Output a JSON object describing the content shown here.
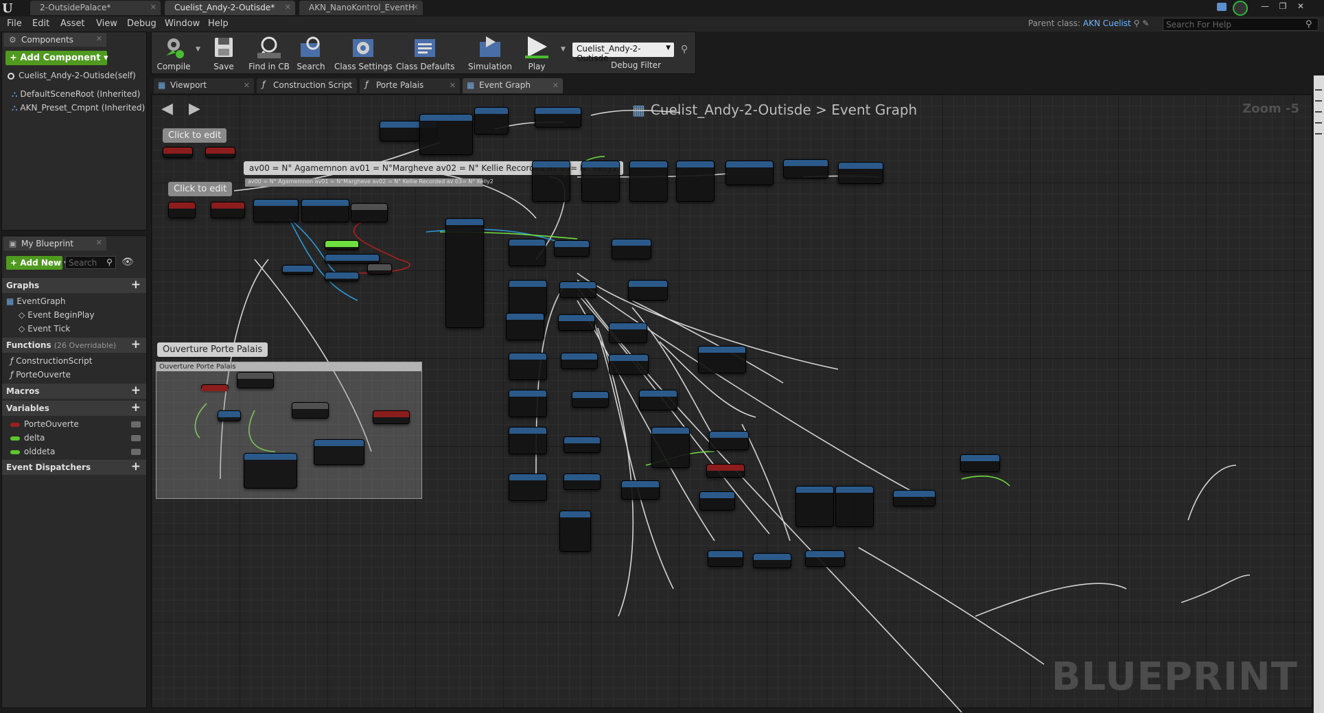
{
  "window": {
    "tabs": [
      {
        "label": "2-OutsidePalace*",
        "active": false
      },
      {
        "label": "Cuelist_Andy-2-Outisde*",
        "active": true
      },
      {
        "label": "AKN_NanoKontrol_EventH",
        "active": false
      }
    ]
  },
  "menu": [
    "File",
    "Edit",
    "Asset",
    "View",
    "Debug",
    "Window",
    "Help"
  ],
  "parent_class": {
    "label": "Parent class:",
    "value": "AKN Cuelist"
  },
  "help_search_placeholder": "Search For Help",
  "components": {
    "tab": "Components",
    "add_button": "+ Add Component ▾",
    "items": [
      "Cuelist_Andy-2-Outisde(self)",
      "DefaultSceneRoot (Inherited)",
      "AKN_Preset_Cmpnt (Inherited)"
    ]
  },
  "my_blueprint": {
    "tab": "My Blueprint",
    "add_button": "+ Add New ▾",
    "search_placeholder": "Search",
    "graphs_header": "Graphs",
    "graphs": [
      "EventGraph",
      "Event BeginPlay",
      "Event Tick"
    ],
    "functions_header": "Functions",
    "functions_count": "(26 Overridable)",
    "functions": [
      "ConstructionScript",
      "PorteOuverte"
    ],
    "macros_header": "Macros",
    "variables_header": "Variables",
    "variables": [
      {
        "name": "PorteOuverte",
        "color": "#9b1f1f"
      },
      {
        "name": "delta",
        "color": "#5cc62b"
      },
      {
        "name": "olddeta",
        "color": "#5cc62b"
      }
    ],
    "dispatchers_header": "Event Dispatchers"
  },
  "toolbar": {
    "buttons": [
      "Compile",
      "Save",
      "Find in CB",
      "Search",
      "Class Settings",
      "Class Defaults",
      "Simulation",
      "Play"
    ],
    "debug_select": "Cuelist_Andy-2-Outisde",
    "debug_label": "Debug Filter"
  },
  "editor_tabs": [
    "Viewport",
    "Construction Script",
    "Porte Palais",
    "Event Graph"
  ],
  "graph": {
    "breadcrumb_bp": "Cuelist_Andy-2-Outisde",
    "breadcrumb_sep": ">",
    "breadcrumb_graph": "Event Graph",
    "zoom": "Zoom -5",
    "watermark": "BLUEPRINT",
    "comment_click1": "Click to edit",
    "comment_click2": "Click to edit",
    "comment_av": "av00 = N° Agamemnon av01 = N°Margheve av02 = N° Kellie Recorded av 03= N° Kelly2",
    "comment_av_small": "av00 = N° Agamemnon av01 = N°Margheve av02 = N° Kellie Recorded av 03= N° Kelly2",
    "comment_porte": "Ouverture Porte Palais",
    "comment_porte_bar": "Ouverture Porte Palais"
  },
  "colors": {
    "event_red": "#8b1d1d",
    "function_blue": "#2b5a8a",
    "flow_white": "#d8d8d8",
    "exec_green": "#6fdf3f",
    "branch_grey": "#505050"
  }
}
